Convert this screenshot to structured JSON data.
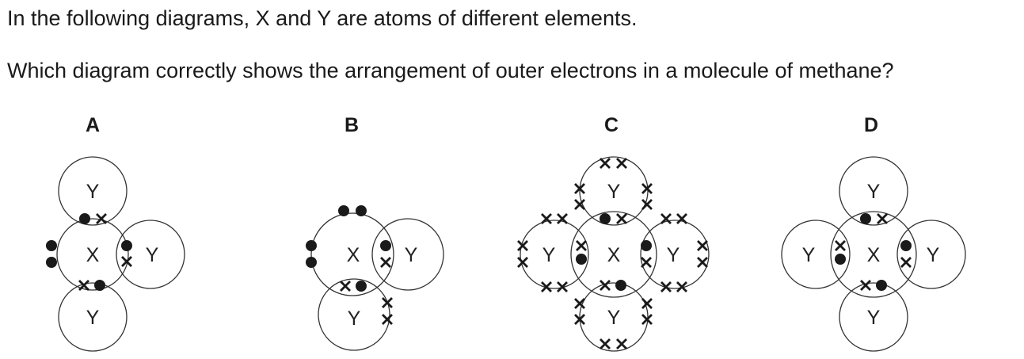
{
  "question": {
    "line1": "In the following diagrams, X and Y are atoms of different elements.",
    "line2": "Which diagram correctly shows the arrangement of outer electrons in a molecule of methane?"
  },
  "options": [
    "A",
    "B",
    "C",
    "D"
  ],
  "atoms": {
    "central": "X",
    "outer": "Y"
  }
}
